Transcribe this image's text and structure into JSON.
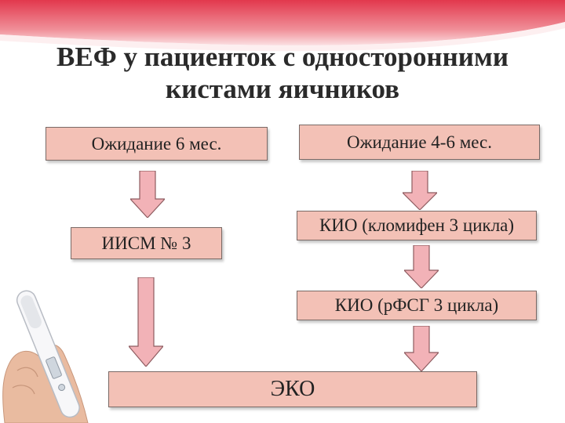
{
  "title": {
    "line1": "ВЕФ у пациенток с односторонними",
    "line2": "кистами яичников"
  },
  "boxes": {
    "left_wait": "Ожидание 6 мес.",
    "right_wait": "Ожидание 4-6 мес.",
    "iism": "ИИСМ № 3",
    "kio_clomifen": "КИО (кломифен 3 цикла)",
    "kio_rfsg": "КИО (рФСГ 3 цикла)",
    "eko": "ЭКО"
  },
  "colors": {
    "box_fill": "#f3c1b6",
    "arrow_fill": "#f2b2b7",
    "banner": "#e2384d"
  },
  "icons": {
    "flow_arrow": "down-arrow-icon",
    "illustration": "pregnancy-test-in-hand"
  }
}
